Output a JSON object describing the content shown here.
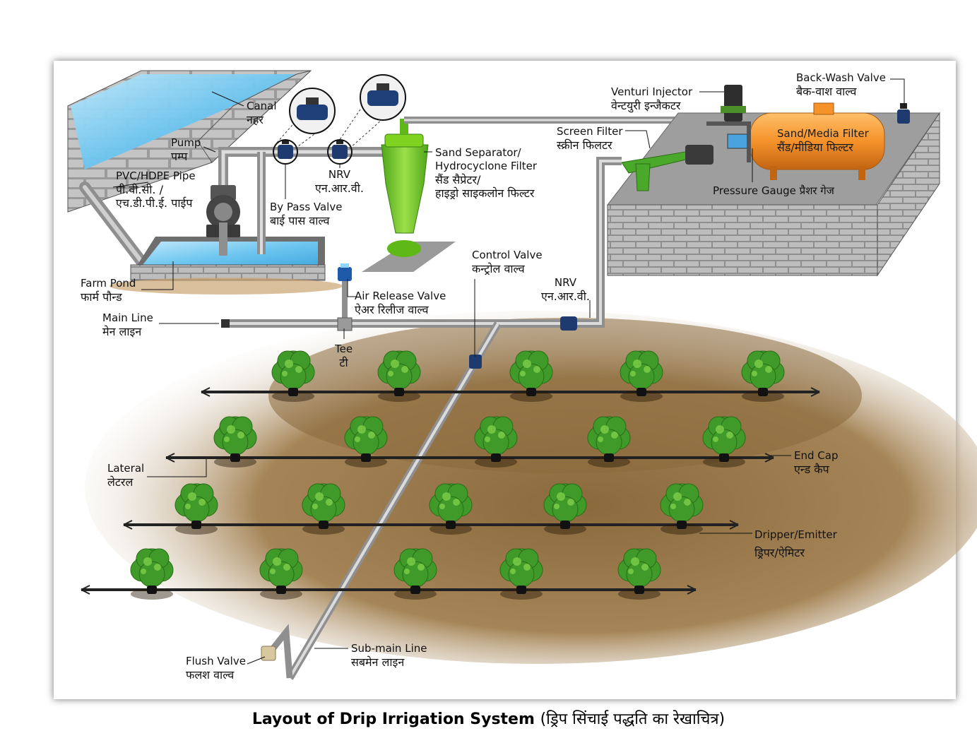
{
  "diagram": {
    "caption": {
      "en": "Layout of Drip Irrigation System",
      "hi": "(ड्रिप सिंचाई पद्धति का रेखाचित्र)"
    },
    "labels": {
      "canal": {
        "en": "Canal",
        "hi": "नहर"
      },
      "pump": {
        "en": "Pump",
        "hi": "पम्प"
      },
      "pipe": {
        "en": "PVC/HDPE Pipe",
        "hi": "पी.वी.सी. /",
        "hi2": "एच.डी.पी.ई. पाईप"
      },
      "bypass": {
        "en": "By Pass Valve",
        "hi": "बाई पास वाल्व"
      },
      "nrv1": {
        "en": "NRV",
        "hi": "एन.आर.वी."
      },
      "sand_sep": {
        "en": "Sand Separator/",
        "en2": "Hydrocyclone Filter",
        "hi": "सैंड सैप्रेटर/",
        "hi2": "हाइड्रो साइकलोन फिल्टर"
      },
      "venturi": {
        "en": "Venturi Injector",
        "hi": "वेन्टयुरी इन्जैकटर"
      },
      "backwash": {
        "en": "Back-Wash Valve",
        "hi": "बैक-वाश वाल्व"
      },
      "screen": {
        "en": "Screen Filter",
        "hi": "स्क्रीन फिलटर"
      },
      "media": {
        "en": "Sand/Media Filter",
        "hi": "सैंड/मीडिया फिल्टर"
      },
      "gauge": {
        "en": "Pressure Gauge",
        "hi": "प्रैशर गेज"
      },
      "farm_pond": {
        "en": "Farm Pond",
        "hi": "फार्म पौन्ड"
      },
      "main_line": {
        "en": "Main Line",
        "hi": "मेन लाइन"
      },
      "air_release": {
        "en": "Air Release Valve",
        "hi": "ऐअर रिलीज वाल्व"
      },
      "control": {
        "en": "Control Valve",
        "hi": "कन्ट्रोल वाल्व"
      },
      "nrv2": {
        "en": "NRV",
        "hi": "एन.आर.वी."
      },
      "tee": {
        "en": "Tee",
        "hi": "टी"
      },
      "lateral": {
        "en": "Lateral",
        "hi": "लेटरल"
      },
      "end_cap": {
        "en": "End Cap",
        "hi": "एन्ड कैप"
      },
      "dripper": {
        "en": "Dripper/Emitter",
        "hi": "ड्रिपर/ऐमिटर"
      },
      "flush": {
        "en": "Flush Valve",
        "hi": "फलश वाल्व"
      },
      "submain": {
        "en": "Sub-main Line",
        "hi": "सबमेन लाइन"
      }
    },
    "colors": {
      "water": "#6ec6f0",
      "pipe": "#c8c8c8",
      "soil": "#8a6a3c",
      "hydrocyclone": "#7ed321",
      "media_filter": "#f5922a",
      "plant": "#3f9a2a",
      "brick": "#b9b9b9"
    }
  }
}
